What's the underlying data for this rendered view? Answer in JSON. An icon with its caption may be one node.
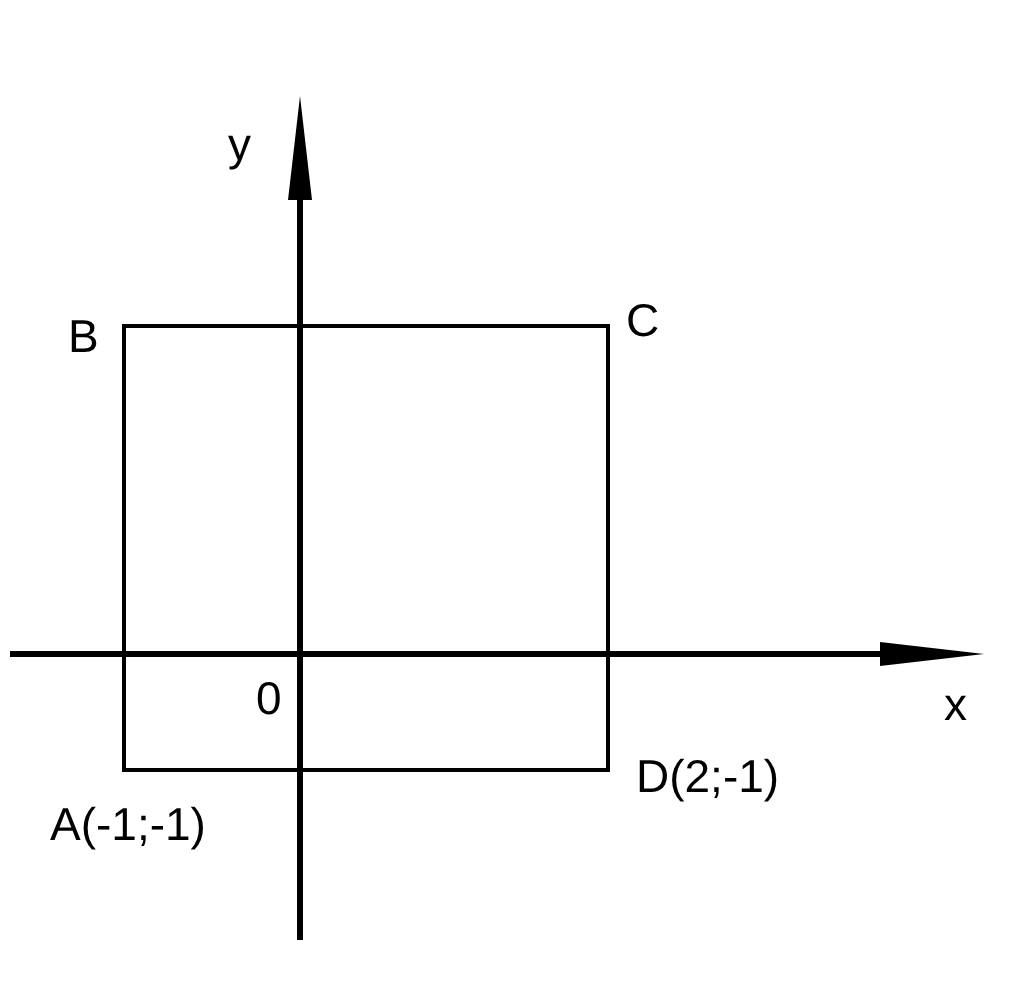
{
  "diagram": {
    "labels": [
      "y",
      "B",
      "C",
      "0",
      "x",
      "A(-1;-1)",
      "D(2;-1)"
    ]
  }
}
